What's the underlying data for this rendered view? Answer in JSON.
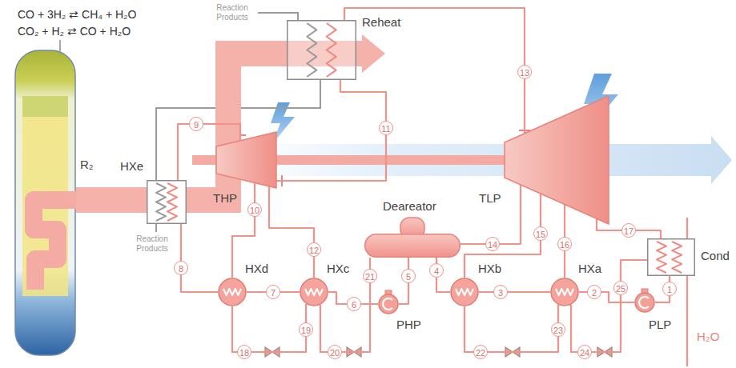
{
  "diagram": {
    "nodes": [
      {
        "text": [
          "R₂"
        ]
      },
      {
        "text": [
          "HXe"
        ]
      },
      {
        "text": [
          "Reheat"
        ]
      },
      {
        "text": [
          "THP"
        ]
      },
      {
        "text": [
          "TLP"
        ]
      },
      {
        "text": [
          "Deareator"
        ]
      },
      {
        "text": [
          "HXd"
        ]
      },
      {
        "text": [
          "HXc"
        ]
      },
      {
        "text": [
          "HXb"
        ]
      },
      {
        "text": [
          "HXa"
        ]
      },
      {
        "text": [
          "PHP"
        ]
      },
      {
        "text": [
          "PLP"
        ]
      },
      {
        "text": [
          "Cond"
        ]
      }
    ],
    "edges": [
      {
        "from": 0,
        "to": 1,
        "arrow": "none"
      },
      {
        "from": 1,
        "to": 2,
        "arrow": "none"
      },
      {
        "from": 1,
        "to": 3,
        "arrow": "none"
      },
      {
        "from": 3,
        "to": 2,
        "arrow": "none"
      },
      {
        "from": 2,
        "to": 4,
        "arrow": "none"
      },
      {
        "from": 3,
        "to": 6,
        "arrow": "none"
      },
      {
        "from": 3,
        "to": 7,
        "arrow": "none"
      },
      {
        "from": 4,
        "to": 5,
        "arrow": "none"
      },
      {
        "from": 4,
        "to": 8,
        "arrow": "none"
      },
      {
        "from": 4,
        "to": 9,
        "arrow": "none"
      },
      {
        "from": 4,
        "to": 12,
        "arrow": "none"
      },
      {
        "from": 12,
        "to": 11,
        "arrow": "none"
      },
      {
        "from": 11,
        "to": 9,
        "arrow": "none"
      },
      {
        "from": 9,
        "to": 8,
        "arrow": "none"
      },
      {
        "from": 8,
        "to": 5,
        "arrow": "none"
      },
      {
        "from": 5,
        "to": 10,
        "arrow": "none"
      },
      {
        "from": 10,
        "to": 7,
        "arrow": "none"
      },
      {
        "from": 7,
        "to": 6,
        "arrow": "none"
      },
      {
        "from": 6,
        "to": 7,
        "arrow": "none"
      },
      {
        "from": 7,
        "to": 5,
        "arrow": "none"
      },
      {
        "from": 8,
        "to": 9,
        "arrow": "none"
      },
      {
        "from": 9,
        "to": 12,
        "arrow": "none"
      },
      {
        "from": 6,
        "to": 1,
        "arrow": "none"
      }
    ],
    "labels": [
      "CO + 3H₂ ⇄ CH₄ + H₂O",
      "CO₂ + H₂ ⇄ CO + H₂O",
      "Reaction Products",
      "13",
      "9",
      "11",
      "Reaction Products",
      "10",
      "12",
      "14",
      "15",
      "16",
      "17",
      "8",
      "21",
      "5",
      "4",
      "7",
      "6",
      "3",
      "2",
      "25",
      "1",
      "19",
      "23",
      "18",
      "20",
      "22",
      "24",
      "H₂O"
    ]
  }
}
